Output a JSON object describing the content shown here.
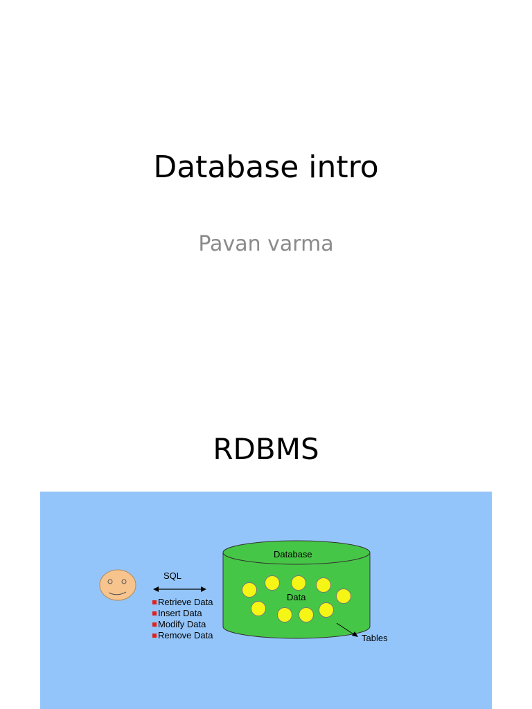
{
  "slide1": {
    "title": "Database intro",
    "subtitle": "Pavan varma"
  },
  "slide2": {
    "title": "RDBMS",
    "diagram": {
      "background_color": "#94c5fa",
      "cylinder_color": "#46c646",
      "data_dot_color": "#f5f516",
      "face_color": "#f7c48e",
      "bullet_color": "#e0201a",
      "sql_label": "SQL",
      "database_label": "Database",
      "data_label": "Data",
      "tables_label": "Tables",
      "operations": [
        "Retrieve Data",
        "Insert Data",
        "Modify Data",
        "Remove Data"
      ]
    }
  }
}
